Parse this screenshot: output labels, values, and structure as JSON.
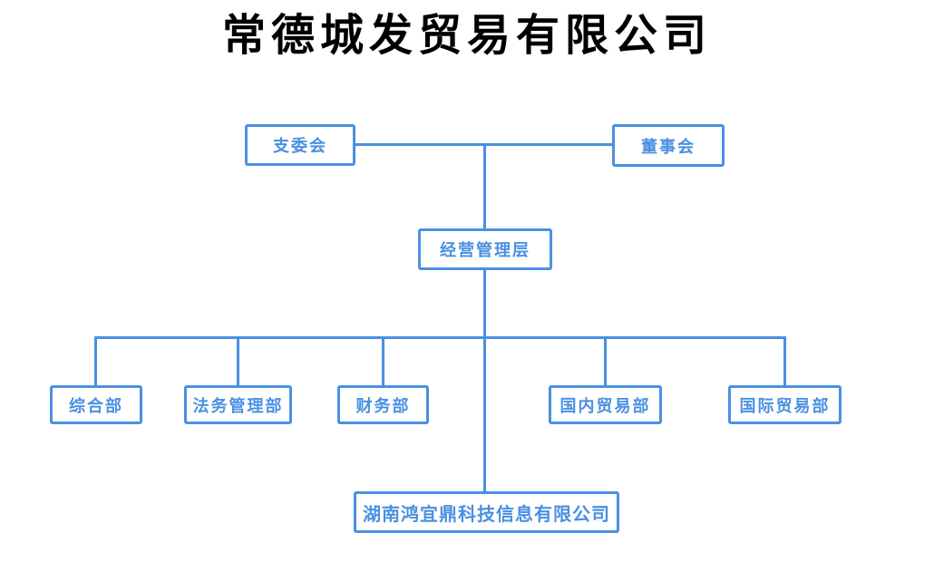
{
  "title": "常德城发贸易有限公司",
  "colors": {
    "accent": "#4a90e2",
    "title_text": "#000000",
    "background": "#ffffff"
  },
  "nodes": {
    "branch_committee": {
      "label": "支委会"
    },
    "board_of_directors": {
      "label": "董事会"
    },
    "management_layer": {
      "label": "经营管理层"
    },
    "general_department": {
      "label": "综合部"
    },
    "legal_management_department": {
      "label": "法务管理部"
    },
    "finance_department": {
      "label": "财务部"
    },
    "domestic_trade_department": {
      "label": "国内贸易部"
    },
    "international_trade_department": {
      "label": "国际贸易部"
    },
    "subsidiary_company": {
      "label": "湖南鸿宜鼎科技信息有限公司"
    }
  }
}
